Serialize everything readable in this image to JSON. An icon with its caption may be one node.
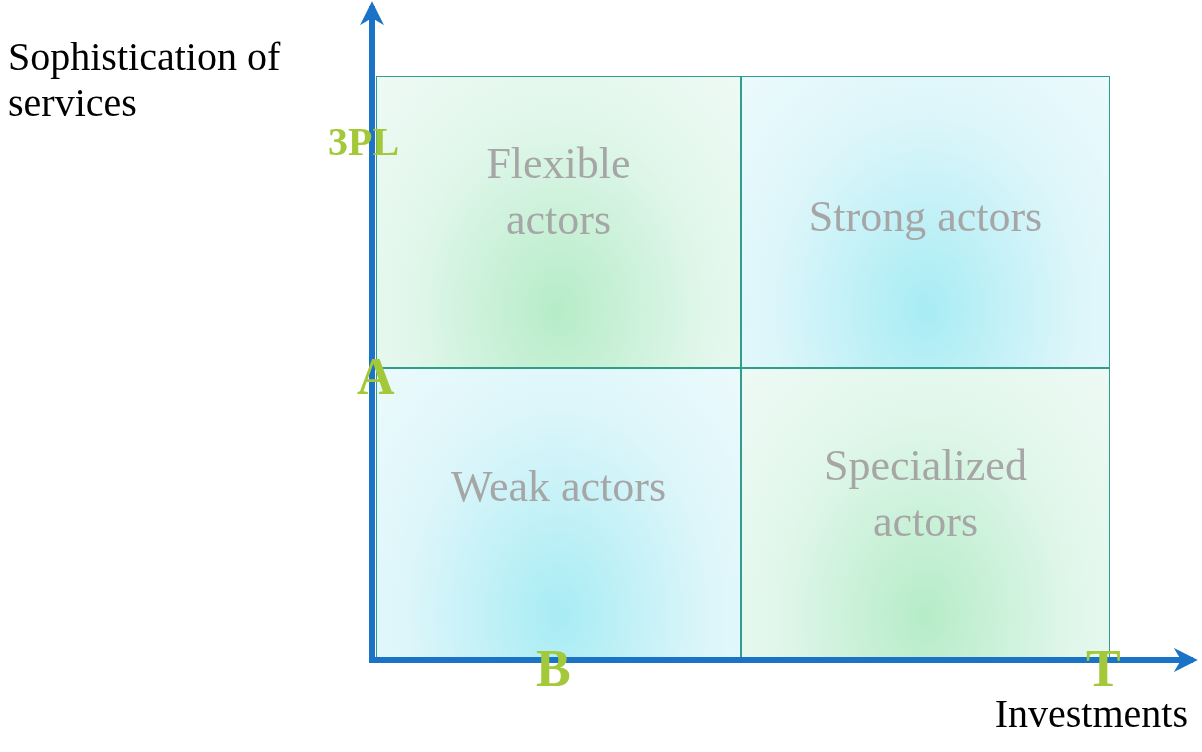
{
  "diagram": {
    "nodes": [
      {
        "text": [
          "Flexible actors"
        ]
      },
      {
        "text": [
          "Strong actors"
        ]
      },
      {
        "text": [
          "Weak actors"
        ]
      },
      {
        "text": [
          "Specialized actors"
        ]
      }
    ],
    "labels": [
      "Sophistication of services",
      "3PL",
      "A",
      "B",
      "T",
      "Investments"
    ]
  }
}
